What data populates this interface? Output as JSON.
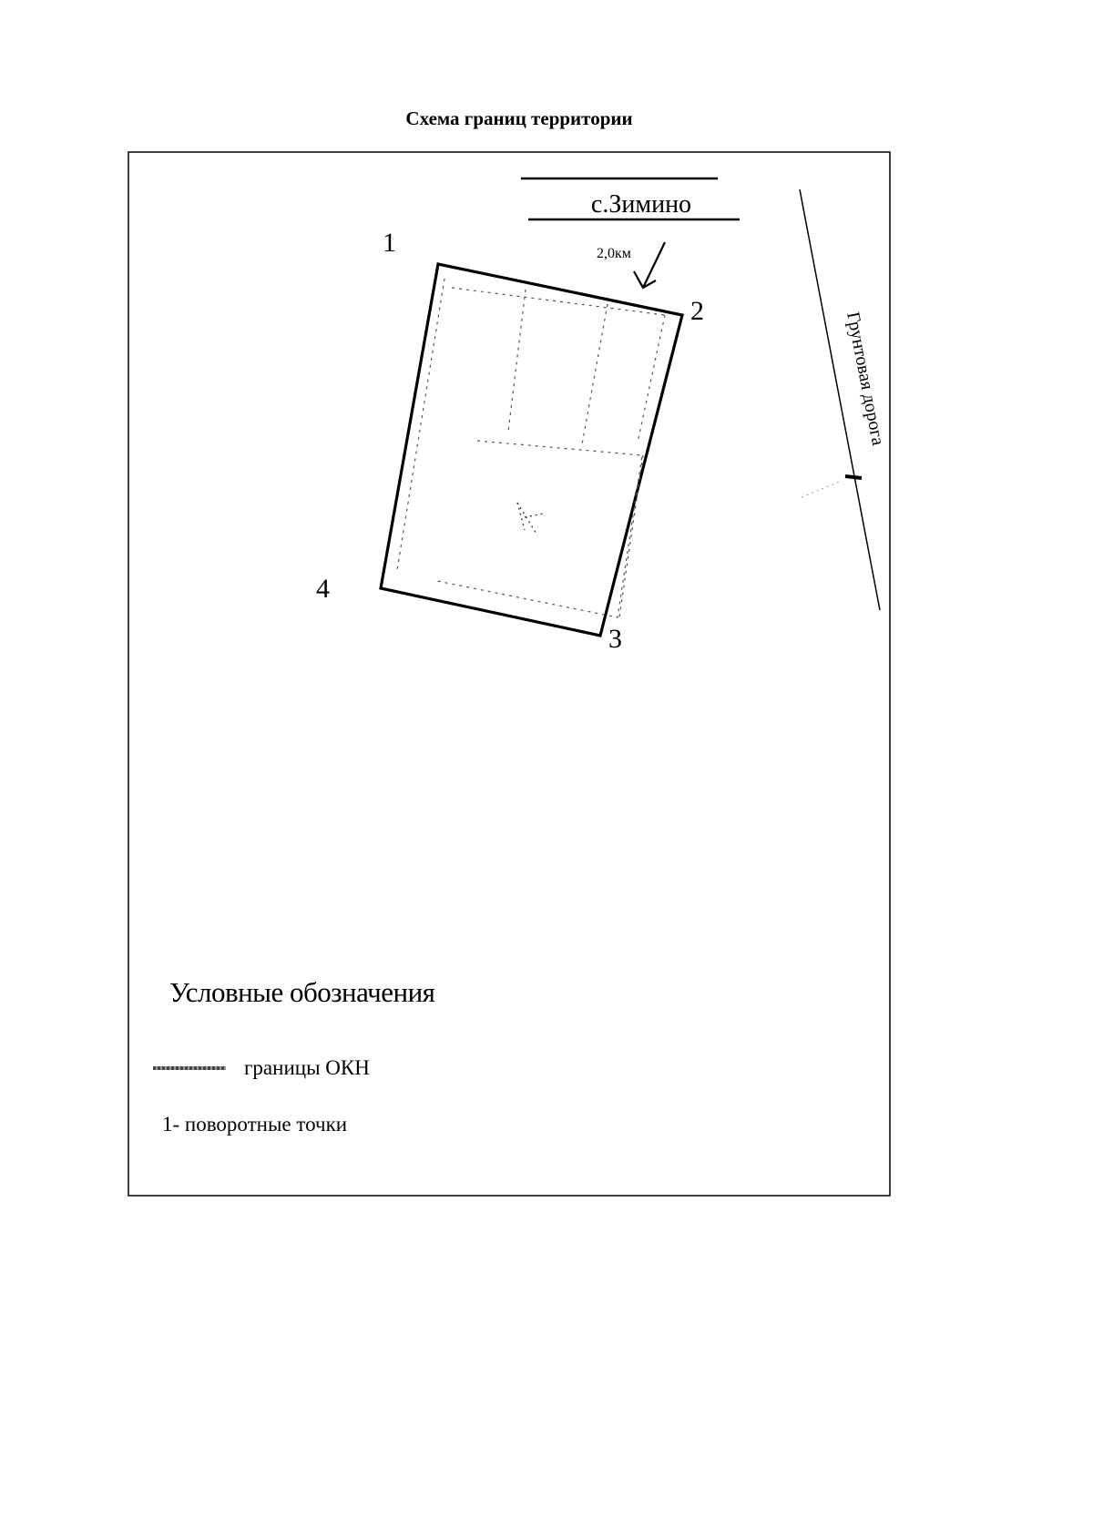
{
  "title": "Схема границ территории",
  "settlement": "с.Зимино",
  "distance": "2,0км",
  "road_label": "Грунтовая дорога",
  "corner_points": [
    {
      "label": "1"
    },
    {
      "label": "2"
    },
    {
      "label": "3"
    },
    {
      "label": "4"
    }
  ],
  "legend": {
    "title": "Условные обозначения",
    "boundary_label": "границы ОКН",
    "points_label": "1- поворотные точки"
  }
}
